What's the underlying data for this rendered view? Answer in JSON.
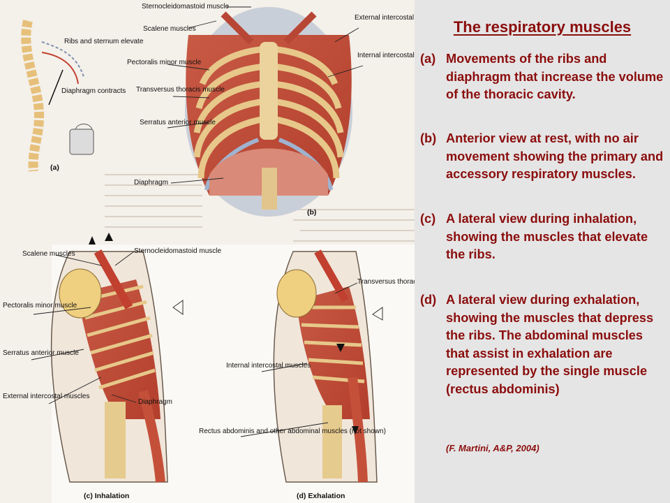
{
  "panel": {
    "title": "The respiratory muscles",
    "items": [
      {
        "letter": "(a)",
        "text": "Movements of the ribs and diaphragm that increase the volume of the thoracic cavity."
      },
      {
        "letter": "(b)",
        "text": "Anterior view at rest, with no air movement showing the primary and accessory respiratory muscles."
      },
      {
        "letter": "(c)",
        "text": "A lateral view during inhalation, showing the muscles that elevate the ribs."
      },
      {
        "letter": "(d)",
        "text": "A lateral view during exhalation, showing the muscles that depress the ribs. The abdominal muscles that assist in exhalation are represented by the single muscle (rectus abdominis)"
      }
    ],
    "citation": "(F. Martini, A&P, 2004)"
  },
  "figure": {
    "labels": {
      "ribs_sternum": "Ribs and sternum elevate",
      "diaphragm_contracts": "Diaphragm contracts",
      "panel_a": "(a)",
      "sternocleidomastoid_b": "Sternocleidomastoid muscle",
      "scalene_b": "Scalene muscles",
      "pectoralis_minor_b": "Pectoralis minor muscle",
      "transversus_b": "Transversus thoracis muscle",
      "serratus_b": "Serratus anterior muscle",
      "diaphragm_b": "Diaphragm",
      "external_intercostal_b": "External intercostal muscles",
      "internal_intercostal_b": "Internal intercostal muscles",
      "panel_b": "(b)",
      "scalene_c": "Scalene muscles",
      "sternocleidomastoid_c": "Sternocleidomastoid muscle",
      "pectoralis_minor_c": "Pectoralis minor muscle",
      "serratus_c": "Serratus anterior muscle",
      "external_intercostal_c": "External intercostal muscles",
      "diaphragm_c": "Diaphragm",
      "transversus_d": "Transversus thoracis muscle",
      "internal_intercostal_d": "Internal intercostal muscles",
      "rectus_d": "Rectus abdominis and other abdominal muscles (not shown)",
      "panel_c": "(c) Inhalation",
      "panel_d": "(d) Exhalation"
    }
  }
}
